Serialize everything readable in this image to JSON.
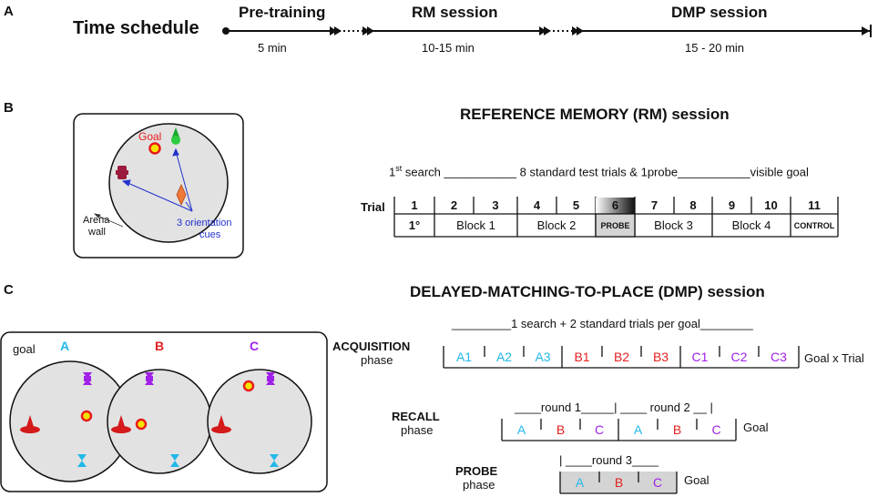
{
  "panel_labels": {
    "a": "A",
    "b": "B",
    "c": "C"
  },
  "time_schedule": {
    "title": "Time schedule",
    "phases": [
      {
        "name": "Pre-training",
        "duration": "5 min"
      },
      {
        "name": "RM session",
        "duration": "10-15 min"
      },
      {
        "name": "DMP session",
        "duration": "15 - 20 min"
      }
    ]
  },
  "arena": {
    "goal_label": "Goal",
    "wall_label_1": "Arena",
    "wall_label_2": "wall",
    "cues_label_1": "3 orientation",
    "cues_label_2": "cues",
    "colors": {
      "goal": "#e81c1c",
      "goal_fill": "#f5e400",
      "cue_green": "#2ecc40",
      "cue_crimson": "#9b1b3c",
      "cue_orange": "#f07a3a",
      "arrow": "#2233cc",
      "arena_fill": "#e2e2e2"
    }
  },
  "rm": {
    "title": "REFERENCE MEMORY (RM)  session",
    "search_sup": "st",
    "search_num": "1",
    "search_line": " search ___________ 8 standard test trials & 1probe___________visible goal",
    "trial_label": "Trial",
    "trials": [
      "1",
      "2",
      "3",
      "4",
      "5",
      "6",
      "7",
      "8",
      "9",
      "10",
      "11"
    ],
    "first": "1°",
    "blocks": [
      "Block 1",
      "Block 2",
      "PROBE",
      "Block 3",
      "Block 4",
      "CONTROL"
    ]
  },
  "dmp": {
    "title": "DELAYED-MATCHING-TO-PLACE  (DMP) session",
    "goal_word": "goal",
    "arena_labels": [
      "A",
      "B",
      "C"
    ],
    "acq_header": "_________1 search  + 2 standard trials per goal________",
    "acq_label": "ACQUISITION",
    "acq_phase": "phase",
    "acq_cells": [
      "A1",
      "A2",
      "A3",
      "B1",
      "B2",
      "B3",
      "C1",
      "C2",
      "C3"
    ],
    "acq_right": "Goal x Trial",
    "recall_header": "____round 1_____|  ____ round 2  __  |",
    "recall_label": "RECALL",
    "recall_phase": "phase",
    "recall_cells": [
      "A",
      "B",
      "C",
      "A",
      "B",
      "C"
    ],
    "recall_right": "Goal",
    "probe_header": "|  ____round 3____",
    "probe_label": "PROBE",
    "probe_phase": "phase",
    "probe_cells": [
      "A",
      "B",
      "C"
    ],
    "probe_right": "Goal",
    "colors": {
      "A": "#22b8e8",
      "B": "#e32020",
      "C": "#a020e8",
      "probe_fill": "#d4d4d4",
      "cue_purple": "#a020e8",
      "cue_red": "#d41a1a",
      "cue_cyan": "#22b8e8"
    }
  }
}
